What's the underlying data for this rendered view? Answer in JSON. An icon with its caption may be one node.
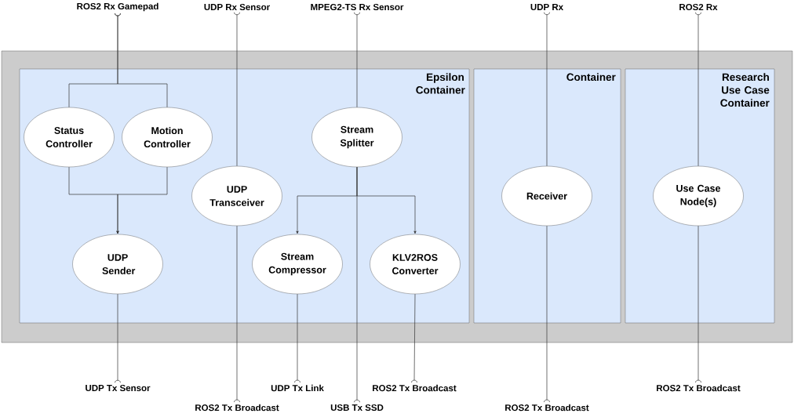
{
  "diagram": {
    "nodes": [
      {
        "text": [],
        "shape": "box"
      },
      {
        "text": [
          "Epsilon Container"
        ],
        "in": 0
      },
      {
        "text": [
          "Container"
        ],
        "in": 0
      },
      {
        "text": [
          "Research Use Case Container"
        ],
        "in": 0
      },
      {
        "text": [
          "Status Controller"
        ],
        "in": 1
      },
      {
        "text": [
          "Motion Controller"
        ],
        "in": 1
      },
      {
        "text": [
          "Stream Splitter"
        ],
        "in": 1
      },
      {
        "text": [
          "UDP Transceiver"
        ],
        "in": 1
      },
      {
        "text": [
          "UDP Sender"
        ],
        "in": 1
      },
      {
        "text": [
          "Stream Compressor"
        ],
        "in": 1
      },
      {
        "text": [
          "KLV2ROS Converter"
        ],
        "in": 1
      },
      {
        "text": [
          "Receiver"
        ],
        "in": 2
      },
      {
        "text": [
          "Use Case Node(s)"
        ],
        "in": 3
      },
      {
        "text": [
          "ROS2 Rx Gamepad"
        ]
      },
      {
        "text": [
          "UDP Rx Sensor"
        ]
      },
      {
        "text": [
          "MPEG2-TS Rx Sensor"
        ]
      },
      {
        "text": [
          "UDP Rx"
        ]
      },
      {
        "text": [
          "ROS2 Rx"
        ]
      },
      {
        "text": [
          "UDP Tx Sensor"
        ]
      },
      {
        "text": [
          "ROS2 Tx Broadcast"
        ]
      },
      {
        "text": [
          "UDP Tx Link"
        ]
      },
      {
        "text": [
          "USB Tx SSD"
        ]
      },
      {
        "text": [
          "ROS2 Tx Broadcast"
        ]
      },
      {
        "text": [
          "ROS2 Tx Broadcast"
        ]
      },
      {
        "text": [
          "ROS2 Tx Broadcast"
        ]
      }
    ],
    "edges": [
      {
        "from": 13,
        "to": 4,
        "arrow": "none"
      },
      {
        "from": 13,
        "to": 5,
        "arrow": "none"
      },
      {
        "from": 4,
        "to": 8,
        "arrow": "to"
      },
      {
        "from": 5,
        "to": 8,
        "arrow": "to"
      },
      {
        "from": 14,
        "to": 7,
        "arrow": "none"
      },
      {
        "from": 15,
        "to": 6,
        "arrow": "none"
      },
      {
        "from": 6,
        "to": 9,
        "arrow": "to"
      },
      {
        "from": 6,
        "to": 10,
        "arrow": "to"
      },
      {
        "from": 16,
        "to": 11,
        "arrow": "none"
      },
      {
        "from": 17,
        "to": 12,
        "arrow": "none"
      },
      {
        "from": 18,
        "to": 8,
        "arrow": "none"
      },
      {
        "from": 19,
        "to": 7,
        "arrow": "none"
      },
      {
        "from": 20,
        "to": 9,
        "arrow": "none"
      },
      {
        "from": 21,
        "to": 6,
        "arrow": "none"
      },
      {
        "from": 22,
        "to": 10,
        "arrow": "none"
      },
      {
        "from": 23,
        "to": 11,
        "arrow": "none"
      },
      {
        "from": 24,
        "to": 12,
        "arrow": "none"
      }
    ]
  }
}
